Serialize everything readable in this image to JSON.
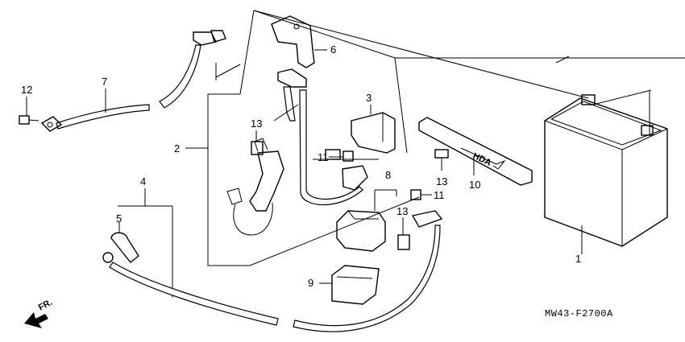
{
  "diagram_code": "MW43-F2700A",
  "front_marker": "FR.",
  "callouts": {
    "c1": "1",
    "c2": "2",
    "c3": "3",
    "c4": "4",
    "c5": "5",
    "c6": "6",
    "c7": "7",
    "c8": "8",
    "c9": "9",
    "c10": "10",
    "c11a": "11",
    "c11b": "11",
    "c12": "12",
    "c13a": "13",
    "c13b": "13",
    "c13c": "13"
  },
  "strap_text": "HDA"
}
